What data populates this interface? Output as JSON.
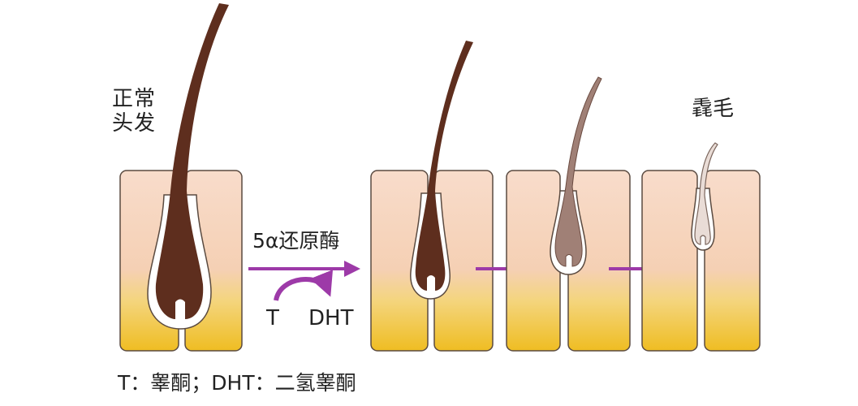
{
  "labels": {
    "normal_hair_line1": "正常",
    "normal_hair_line2": "头发",
    "vellus_hair": "毳毛",
    "enzyme": "5α还原酶",
    "testosterone": "T",
    "dht": "DHT",
    "legend": "T：睾酮；DHT：二氢睾酮"
  },
  "colors": {
    "skin_top": "#f7d7c4",
    "skin_bottom": "#f1c12e",
    "block_border": "#5a4a40",
    "hair_dark": "#5e2e1e",
    "hair_mid": "#8a6a5e",
    "hair_light": "#a89690",
    "arrow": "#9d3aa8"
  }
}
